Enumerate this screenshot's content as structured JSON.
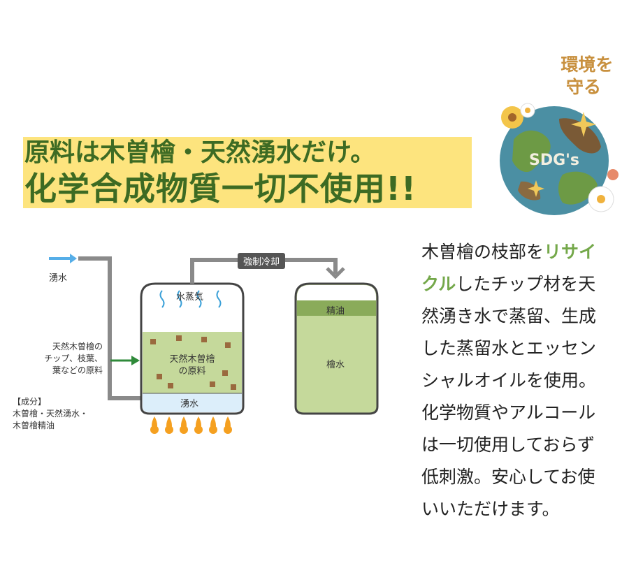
{
  "headline": {
    "line1": "原料は木曽檜・天然湧水だけ。",
    "line2": "化学合成物質一切不使用!!"
  },
  "badge": {
    "line1": "環境を",
    "line2": "守る",
    "globe_text": "SDG's"
  },
  "description": {
    "l1_a": "木曽檜の枝部を",
    "l1_b": "リサイ",
    "l2_a": "クル",
    "l2_b": "したチップ材を天",
    "l3": "然湧き水で蒸留、生成",
    "l4": "した蒸留水とエッセン",
    "l5": "シャルオイルを使用。",
    "l6": "化学物質やアルコール",
    "l7": "は一切使用しておらず",
    "l8": "低刺激。安心してお使",
    "l9": "いいただけます。"
  },
  "diagram": {
    "spring_water_label": "湧水",
    "material_label_1": "天然木曽檜の",
    "material_label_2": "チップ、枝葉、",
    "material_label_3": "葉などの原料",
    "components_title": "【成分】",
    "components_1": "木曽檜・天然湧水・",
    "components_2": "木曽檜精油",
    "steam_label": "水蒸気",
    "raw_material_1": "天然木曽檜",
    "raw_material_2": "の原料",
    "tank_water_label": "湧水",
    "cooling_label": "強制冷却",
    "essential_oil_label": "精油",
    "hinoki_water_label": "檜水"
  },
  "colors": {
    "headline_bg": "#fde47e",
    "headline_text": "#3d6b23",
    "accent_green": "#74a84a",
    "badge_text": "#c8903e",
    "tank_green": "#c5d99b",
    "oil_band": "#8aab5a",
    "water_blue": "#dceefa",
    "arrow_blue": "#56aee8",
    "arrow_green": "#2f8a3a",
    "flame": "#f5a020"
  }
}
